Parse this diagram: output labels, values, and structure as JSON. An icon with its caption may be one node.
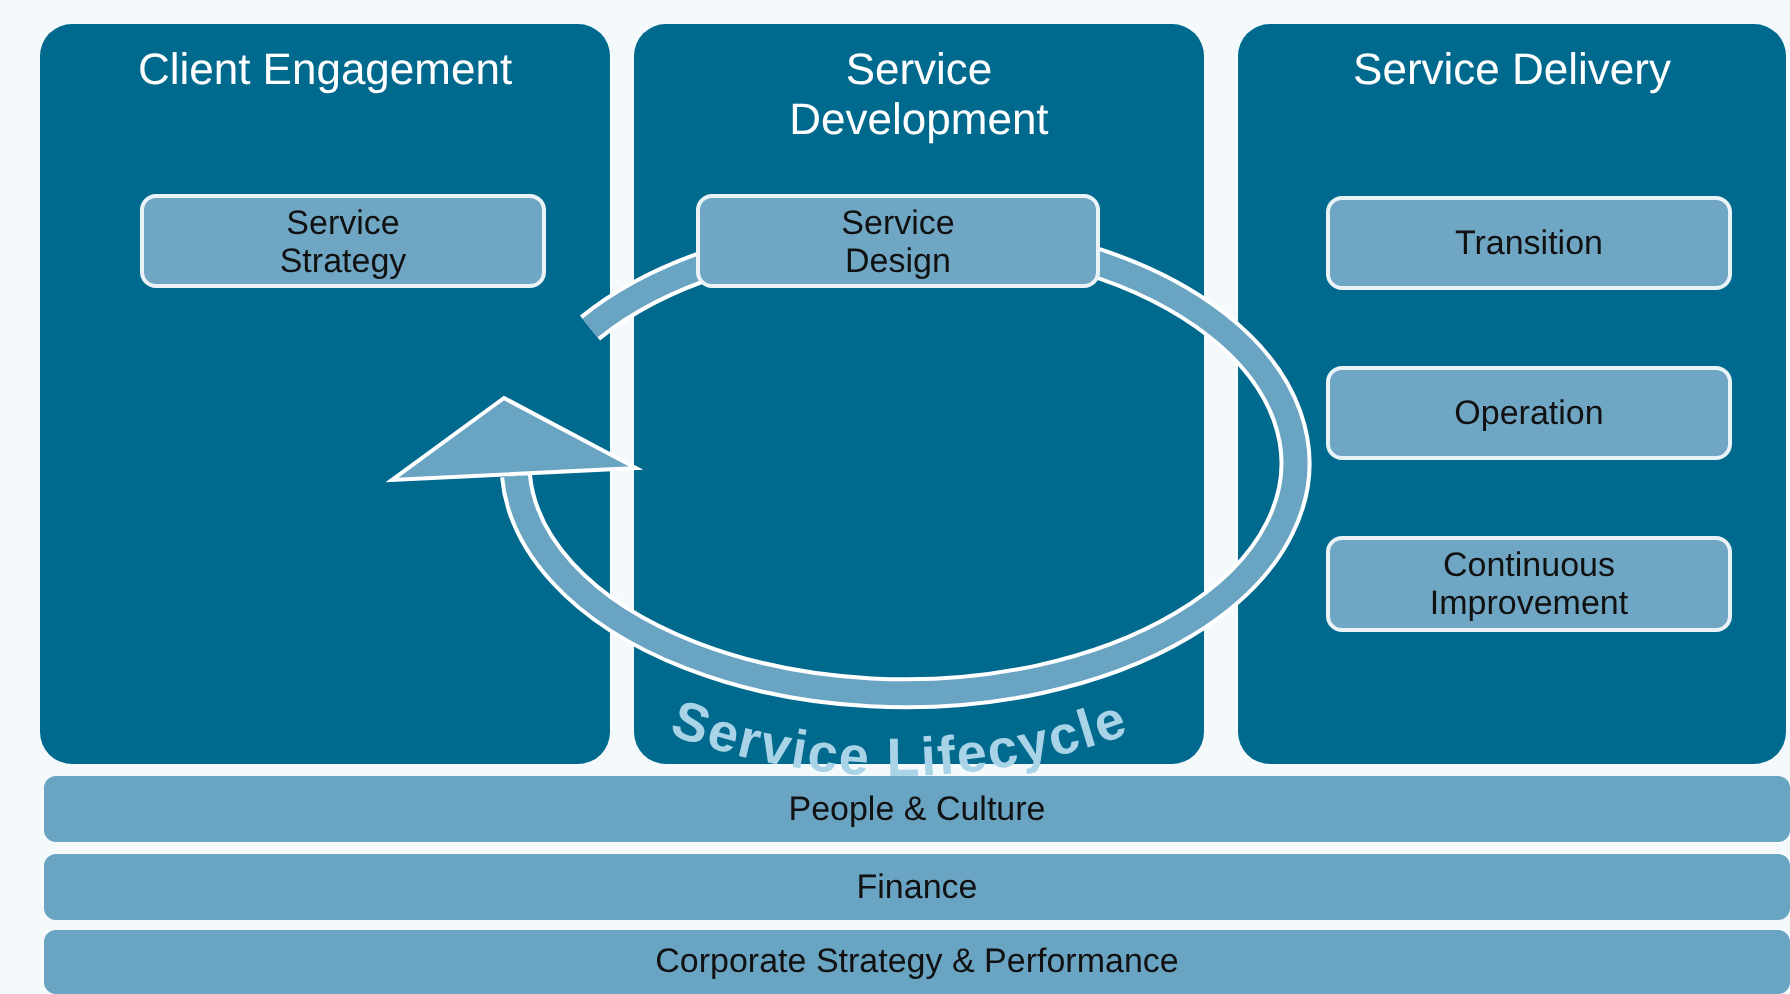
{
  "diagram": {
    "nodes": [
      {
        "text": [
          "Client Engagement"
        ]
      },
      {
        "text": [
          "Service Strategy"
        ],
        "in": 0
      },
      {
        "text": [
          "Service Development"
        ]
      },
      {
        "text": [
          "Service Design"
        ],
        "in": 2
      },
      {
        "text": [
          "Service Delivery"
        ]
      },
      {
        "text": [
          "Transition"
        ],
        "in": 4
      },
      {
        "text": [
          "Operation"
        ],
        "in": 4
      },
      {
        "text": [
          "Continuous Improvement"
        ],
        "in": 4
      },
      {
        "text": [
          "People & Culture"
        ]
      },
      {
        "text": [
          "Finance"
        ]
      },
      {
        "text": [
          "Corporate Strategy & Performance"
        ]
      }
    ],
    "labels": [
      "Service Lifecycle"
    ]
  }
}
